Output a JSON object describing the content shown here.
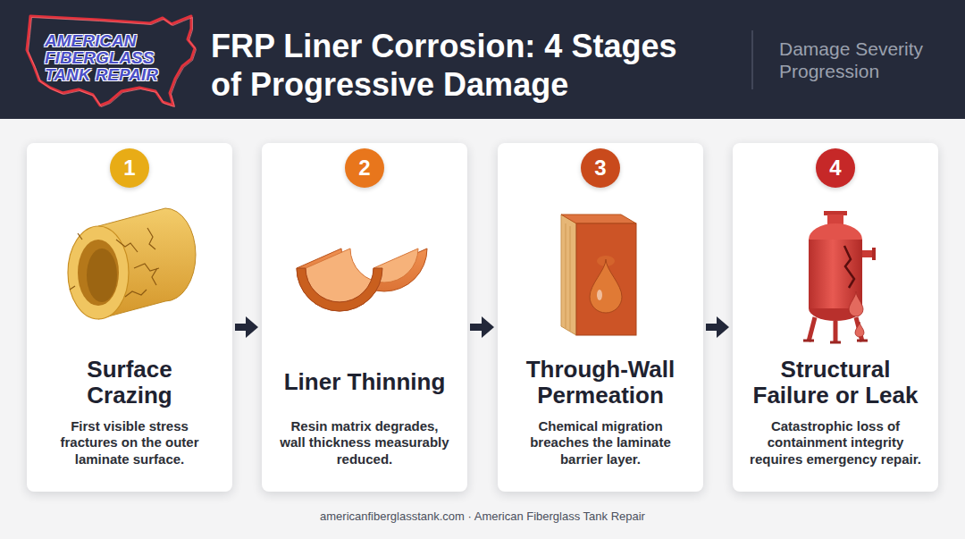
{
  "diagram": {
    "title": "FRP Liner Corrosion: 4 Stages of Progressive Damage",
    "caption": "americanfiberglasstank.com · American Fiberglass Tank Repair",
    "nodes": [
      {
        "text": [
          "Surface Crazing",
          "First visible stress fractures on the outer laminate surface."
        ]
      },
      {
        "text": [
          "1"
        ],
        "in": 0
      },
      {
        "text": [
          "Liner Thinning",
          "Resin matrix degrades, wall thickness measurably reduced."
        ]
      },
      {
        "text": [
          "2"
        ],
        "in": 2
      },
      {
        "text": [
          "Through-Wall Permeation",
          "Chemical migration breaches the laminate barrier layer."
        ]
      },
      {
        "text": [
          "3"
        ],
        "in": 4
      },
      {
        "text": [
          "Structural Failure or Leak",
          "Catastrophic loss of containment integrity requires emergency repair."
        ]
      },
      {
        "text": [
          "4"
        ],
        "in": 6
      }
    ],
    "edges": [
      {
        "from": 0,
        "to": 2,
        "arrow": "to"
      },
      {
        "from": 2,
        "to": 4,
        "arrow": "to"
      },
      {
        "from": 4,
        "to": 6,
        "arrow": "to"
      }
    ],
    "labels": [
      "AMERICAN FIBERGLASS TANK REPAIR",
      "Damage Severity Progression"
    ]
  }
}
